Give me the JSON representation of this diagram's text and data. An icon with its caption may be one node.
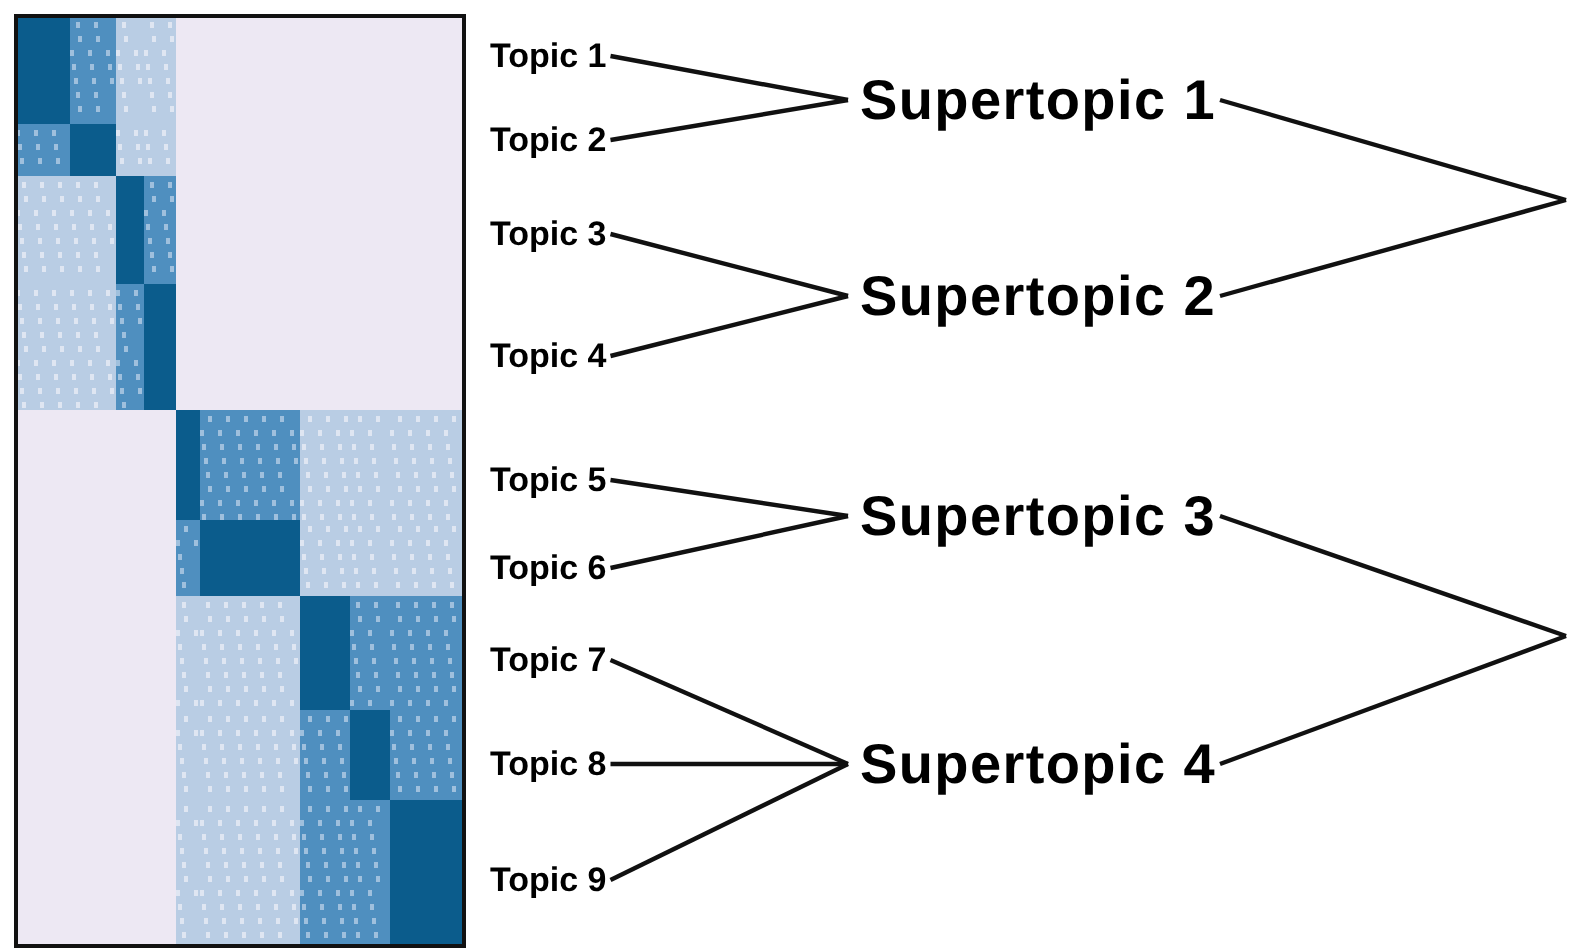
{
  "diagram": {
    "nodes": [
      {
        "text": [
          "Topic 1"
        ]
      },
      {
        "text": [
          "Topic 2"
        ]
      },
      {
        "text": [
          "Topic 3"
        ]
      },
      {
        "text": [
          "Topic 4"
        ]
      },
      {
        "text": [
          "Topic 5"
        ]
      },
      {
        "text": [
          "Topic 6"
        ]
      },
      {
        "text": [
          "Topic 7"
        ]
      },
      {
        "text": [
          "Topic 8"
        ]
      },
      {
        "text": [
          "Topic 9"
        ]
      },
      {
        "text": [
          "Supertopic 1"
        ]
      },
      {
        "text": [
          "Supertopic 2"
        ]
      },
      {
        "text": [
          "Supertopic 3"
        ]
      },
      {
        "text": [
          "Supertopic 4"
        ]
      }
    ],
    "edges": [
      {
        "from": 0,
        "to": 9,
        "arrow": "none"
      },
      {
        "from": 1,
        "to": 9,
        "arrow": "none"
      },
      {
        "from": 2,
        "to": 10,
        "arrow": "none"
      },
      {
        "from": 3,
        "to": 10,
        "arrow": "none"
      },
      {
        "from": 4,
        "to": 11,
        "arrow": "none"
      },
      {
        "from": 5,
        "to": 11,
        "arrow": "none"
      },
      {
        "from": 6,
        "to": 12,
        "arrow": "none"
      },
      {
        "from": 7,
        "to": 12,
        "arrow": "none"
      },
      {
        "from": 8,
        "to": 12,
        "arrow": "none"
      },
      {
        "from": 9,
        "to": null,
        "arrow": "none"
      },
      {
        "from": 10,
        "to": null,
        "arrow": "none"
      },
      {
        "from": 11,
        "to": null,
        "arrow": "none"
      },
      {
        "from": 12,
        "to": null,
        "arrow": "none"
      }
    ]
  }
}
